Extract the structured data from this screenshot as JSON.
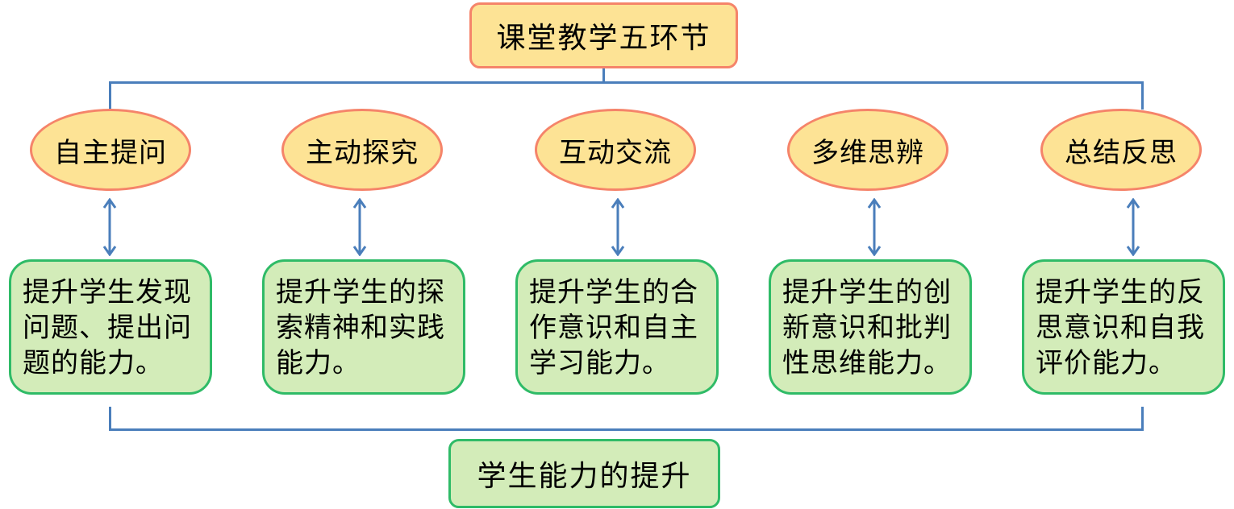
{
  "title": "课堂教学五环节",
  "stages": [
    {
      "label": "自主提问",
      "ability": "提升学生发现问题、提出问题的能力。"
    },
    {
      "label": "主动探究",
      "ability": "提升学生的探索精神和实践能力。"
    },
    {
      "label": "互动交流",
      "ability": "提升学生的合作意识和自主学习能力。"
    },
    {
      "label": "多维思辨",
      "ability": "提升学生的创新意识和批判性思维能力。"
    },
    {
      "label": "总结反思",
      "ability": "提升学生的反思意识和自我评价能力。"
    }
  ],
  "result": "学生能力的提升",
  "colors": {
    "connector": "#4a7ebb",
    "stage_fill": "#fde395",
    "stage_border": "#f5846a",
    "ability_fill": "#d3ecb9",
    "ability_border": "#2fbb67"
  }
}
